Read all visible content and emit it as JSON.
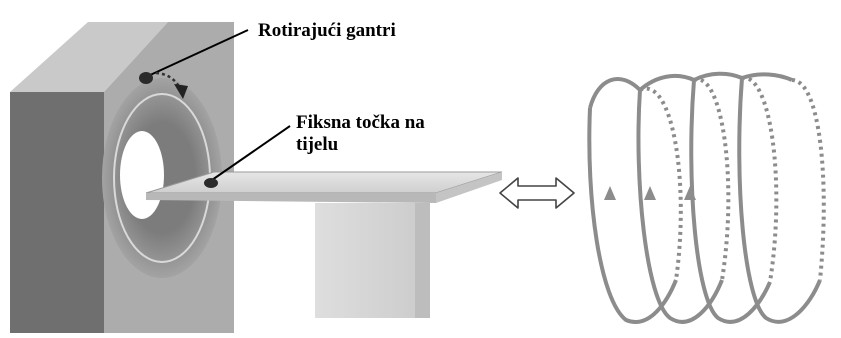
{
  "labels": {
    "rotating_gantry": "Rotirajući gantri",
    "fixed_point_line1": "Fiksna točka na",
    "fixed_point_line2": "tijelu"
  },
  "colors": {
    "gantry_front": "#a9a9a9",
    "gantry_side": "#6f6f6f",
    "gantry_top": "#c4c4c4",
    "ring_dark": "#8e8e8e",
    "table": "#d9d9d9",
    "pedestal": "#dcdcdc",
    "helix": "#8c8c8c",
    "marker": "#2b2b2b"
  },
  "icons": {
    "gantry": "ct-gantry-icon",
    "table": "patient-table-icon",
    "motion": "double-arrow-icon",
    "helix": "helical-path-icon"
  }
}
